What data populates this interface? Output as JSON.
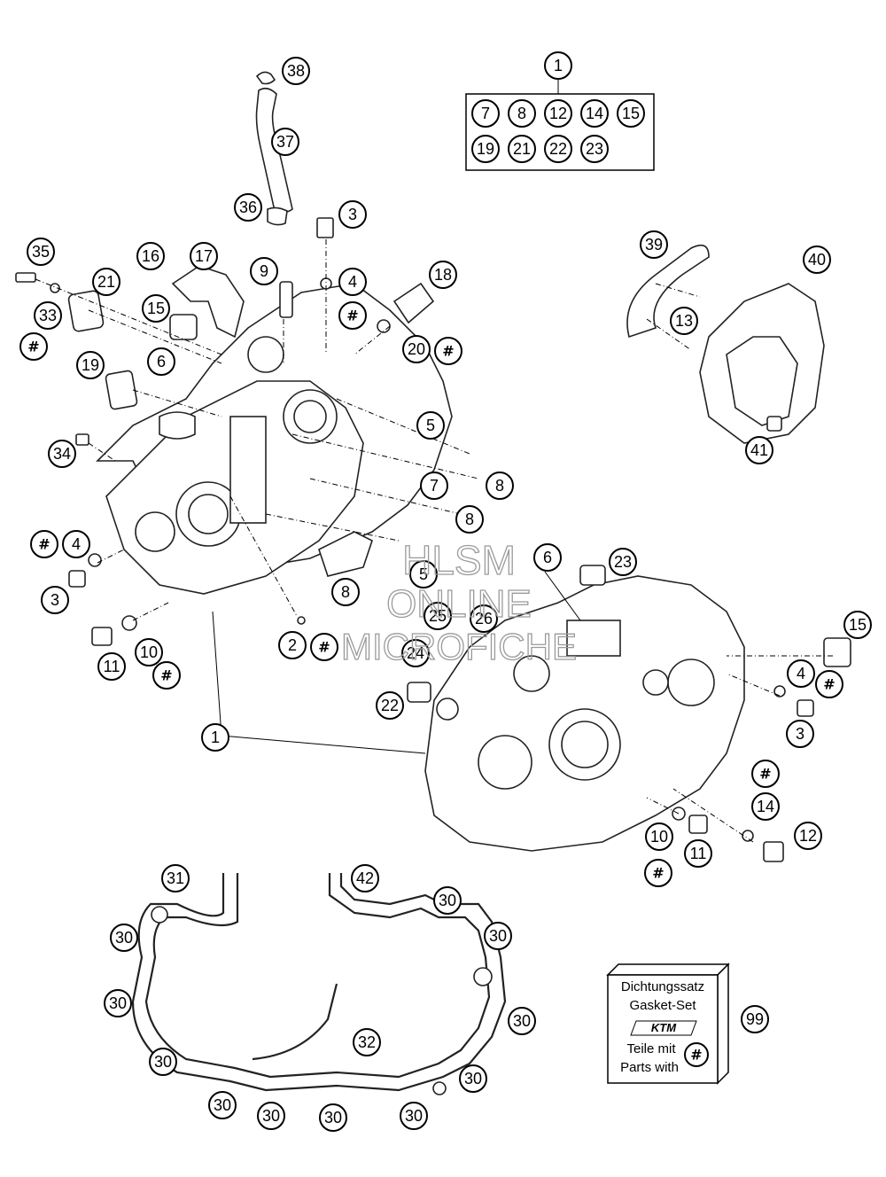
{
  "kit": {
    "parent_label": "1",
    "row1": [
      "7",
      "8",
      "12",
      "14",
      "15"
    ],
    "row2": [
      "19",
      "21",
      "22",
      "23"
    ]
  },
  "callouts": {
    "c38": "38",
    "c37": "37",
    "c36": "36",
    "c35": "35",
    "c21": "21",
    "c33": "33",
    "c16": "16",
    "c17": "17",
    "c15a": "15",
    "c9": "9",
    "c3a": "3",
    "c4a": "4",
    "c18": "18",
    "c20": "20",
    "c19": "19",
    "c6a": "6",
    "c5a": "5",
    "c34": "34",
    "c8a": "8",
    "c7": "7",
    "c8b": "8",
    "c8c": "8",
    "c4b": "4",
    "c3b": "3",
    "c11a": "11",
    "c10a": "10",
    "c2": "2",
    "c39": "39",
    "c40": "40",
    "c13": "13",
    "c41": "41",
    "c6b": "6",
    "c23": "23",
    "c5b": "5",
    "c25": "25",
    "c26": "26",
    "c24": "24",
    "c22": "22",
    "c15b": "15",
    "c4c": "4",
    "c3c": "3",
    "c1": "1",
    "c14": "14",
    "c12": "12",
    "c10b": "10",
    "c11b": "11",
    "c31": "31",
    "c42": "42",
    "c30a": "30",
    "c30b": "30",
    "c30c": "30",
    "c30d": "30",
    "c30e": "30",
    "c30f": "30",
    "c30g": "30",
    "c30h": "30",
    "c30i": "30",
    "c30j": "30",
    "c32": "32",
    "c99": "99"
  },
  "hash_symbol": "#",
  "watermark": {
    "line1": "HLSM",
    "line2": "ONLINE",
    "line3": "MICROFICHE"
  },
  "gasket_box": {
    "line1": "Dichtungssatz",
    "line2": "Gasket-Set",
    "brand": "KTM",
    "line3": "Teile mit",
    "line4": "Parts with"
  }
}
